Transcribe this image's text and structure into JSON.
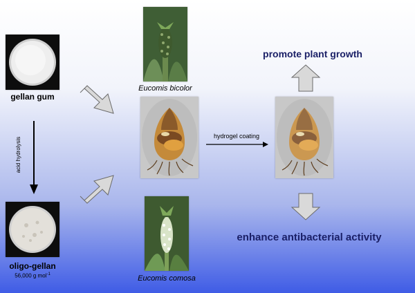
{
  "labels": {
    "gellan_gum": "gellan gum",
    "acid_hydrolysis": "acid hydrolysis",
    "oligo_gellan": "oligo-gellan",
    "oligo_mw": "56,000 g mol",
    "oligo_mw_sup": "-1",
    "eucomis_bicolor": "Eucomis bicolor",
    "eucomis_comosa": "Eucomis comosa",
    "hydrogel_coating": "hydrogel coating",
    "promote_growth": "promote plant growth",
    "enhance_antibacterial": "enhance antibacterial activity"
  },
  "colors": {
    "outcome_text": "#1a1f66",
    "arrow_fill": "#d9d9d9",
    "arrow_stroke": "#6b6b6b",
    "bulb": "#c48a3a"
  }
}
